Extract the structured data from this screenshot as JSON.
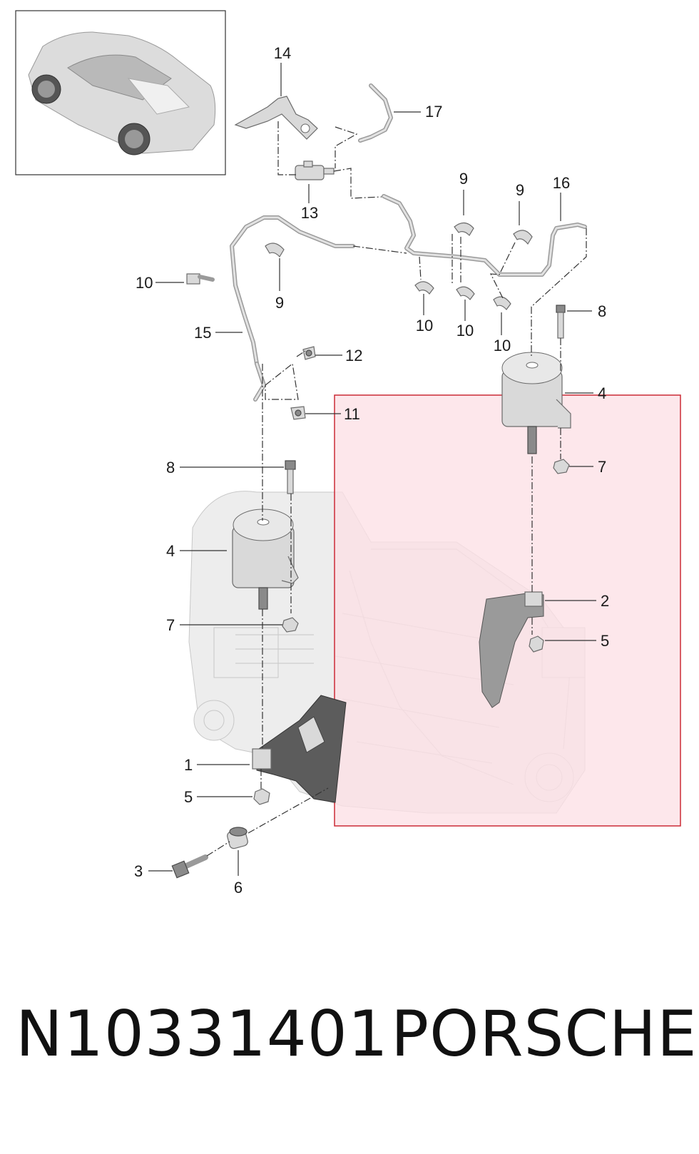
{
  "callouts": [
    {
      "label": "14"
    },
    {
      "label": "17"
    },
    {
      "label": "13"
    },
    {
      "label": "9"
    },
    {
      "label": "9"
    },
    {
      "label": "16"
    },
    {
      "label": "10"
    },
    {
      "label": "9"
    },
    {
      "label": "10"
    },
    {
      "label": "10"
    },
    {
      "label": "10"
    },
    {
      "label": "15"
    },
    {
      "label": "8"
    },
    {
      "label": "12"
    },
    {
      "label": "4"
    },
    {
      "label": "11"
    },
    {
      "label": "8"
    },
    {
      "label": "7"
    },
    {
      "label": "4"
    },
    {
      "label": "7"
    },
    {
      "label": "2"
    },
    {
      "label": "5"
    },
    {
      "label": "1"
    },
    {
      "label": "5"
    },
    {
      "label": "3"
    },
    {
      "label": "6"
    }
  ],
  "footer": {
    "part_number": "N10331401",
    "brand": "PORSCHE"
  },
  "colors": {
    "highlight_fill": "#fde0e6",
    "highlight_border": "#cc2b36"
  }
}
